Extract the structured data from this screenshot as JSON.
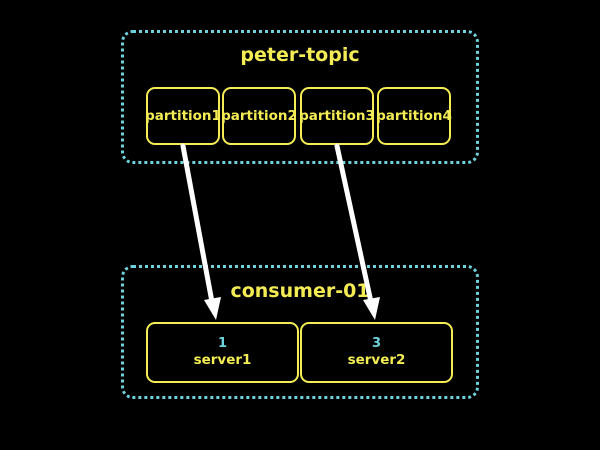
{
  "topic": {
    "title": "peter-topic",
    "partitions": [
      "partition1",
      "partition2",
      "partition3",
      "partition4"
    ]
  },
  "consumer_group": {
    "title": "consumer-01",
    "servers": [
      {
        "number": "1",
        "name": "server1"
      },
      {
        "number": "3",
        "name": "server2"
      }
    ]
  },
  "assignments": [
    {
      "from": "partition1",
      "to": "server1"
    },
    {
      "from": "partition3",
      "to": "server2"
    }
  ],
  "colors": {
    "background": "#000000",
    "group_border": "#6fd3dd",
    "box_border": "#f3ec55",
    "text": "#f3ec55",
    "number_text": "#6fd3dd",
    "arrow": "#ffffff"
  }
}
